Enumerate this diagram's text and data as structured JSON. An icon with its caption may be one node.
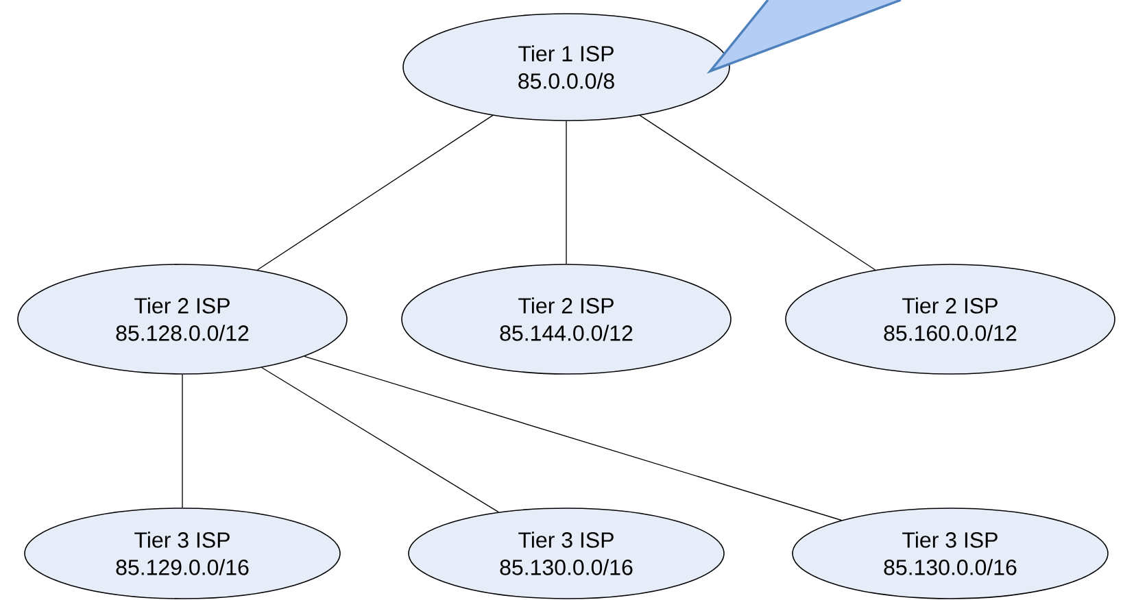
{
  "diagram": {
    "nodes": [
      {
        "text": [
          "Tier 1 ISP",
          "85.0.0.0/8"
        ]
      },
      {
        "text": [
          "Tier 2 ISP",
          "85.128.0.0/12"
        ]
      },
      {
        "text": [
          "Tier 2 ISP",
          "85.144.0.0/12"
        ]
      },
      {
        "text": [
          "Tier 2 ISP",
          "85.160.0.0/12"
        ]
      },
      {
        "text": [
          "Tier 3 ISP",
          "85.129.0.0/16"
        ]
      },
      {
        "text": [
          "Tier 3 ISP",
          "85.130.0.0/16"
        ]
      },
      {
        "text": [
          "Tier 3 ISP",
          "85.130.0.0/16"
        ]
      }
    ],
    "edges": [
      {
        "from": 0,
        "to": 1,
        "arrow": "none"
      },
      {
        "from": 0,
        "to": 2,
        "arrow": "none"
      },
      {
        "from": 0,
        "to": 3,
        "arrow": "none"
      },
      {
        "from": 1,
        "to": 4,
        "arrow": "none"
      },
      {
        "from": 1,
        "to": 5,
        "arrow": "none"
      },
      {
        "from": 1,
        "to": 6,
        "arrow": "none"
      }
    ]
  }
}
